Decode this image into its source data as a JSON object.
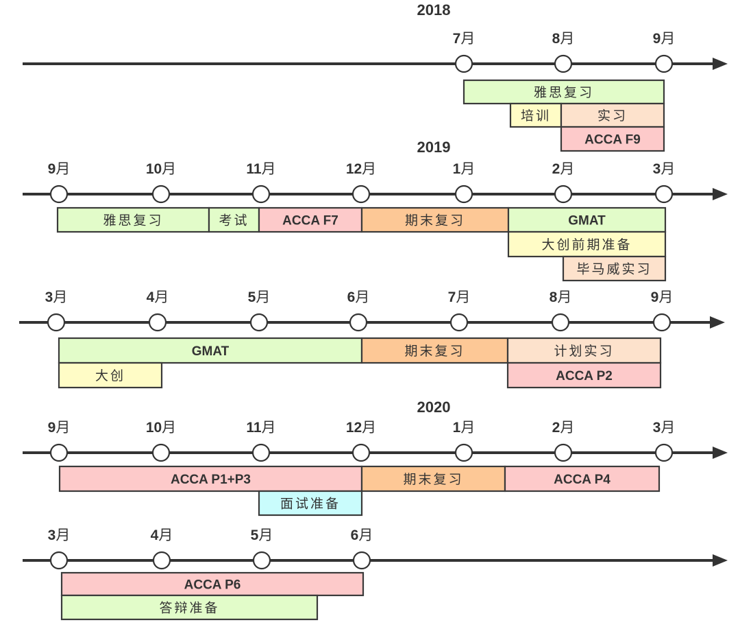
{
  "title": "学习与考试时间规划图",
  "colors": {
    "axis": "#333333",
    "green": "#e2fcc9",
    "yellow": "#fffcc6",
    "peach": "#fde2cc",
    "pink": "#fdcaca",
    "orange": "#fdc896",
    "cyan": "#c9fcfc",
    "border": "#3a3a3a"
  },
  "timelines": [
    {
      "id": "row-2018",
      "year_label": "2018",
      "months": [
        "7月",
        "8月",
        "9月"
      ],
      "bars": [
        {
          "label": "雅思复习",
          "start": "7月",
          "end": "9月",
          "lane": 0,
          "color": "green",
          "bold": false
        },
        {
          "label": "培训",
          "start": "7月中",
          "end": "8月",
          "lane": 1,
          "color": "yellow",
          "bold": false
        },
        {
          "label": "实习",
          "start": "8月",
          "end": "9月",
          "lane": 1,
          "color": "peach",
          "bold": false
        },
        {
          "label": "ACCA F9",
          "start": "8月",
          "end": "9月",
          "lane": 2,
          "color": "pink",
          "bold": true
        }
      ]
    },
    {
      "id": "row-2018-2019",
      "year_label": "2019",
      "months": [
        "9月",
        "10月",
        "11月",
        "12月",
        "1月",
        "2月",
        "3月"
      ],
      "bars": [
        {
          "label": "雅思复习",
          "start": "9月",
          "end": "10月下",
          "lane": 0,
          "color": "green",
          "bold": false
        },
        {
          "label": "考试",
          "start": "10月下",
          "end": "11月",
          "lane": 0,
          "color": "green",
          "bold": false
        },
        {
          "label": "ACCA F7",
          "start": "11月",
          "end": "12月",
          "lane": 0,
          "color": "pink",
          "bold": true
        },
        {
          "label": "期末复习",
          "start": "12月",
          "end": "1月中",
          "lane": 0,
          "color": "orange",
          "bold": false
        },
        {
          "label": "GMAT",
          "start": "1月中",
          "end": "3月",
          "lane": 0,
          "color": "green",
          "bold": true
        },
        {
          "label": "大创前期准备",
          "start": "1月中",
          "end": "3月",
          "lane": 1,
          "color": "yellow",
          "bold": false
        },
        {
          "label": "毕马威实习",
          "start": "2月",
          "end": "3月",
          "lane": 2,
          "color": "peach",
          "bold": false
        }
      ]
    },
    {
      "id": "row-2019",
      "year_label": "",
      "months": [
        "3月",
        "4月",
        "5月",
        "6月",
        "7月",
        "8月",
        "9月"
      ],
      "bars": [
        {
          "label": "GMAT",
          "start": "3月",
          "end": "6月",
          "lane": 0,
          "color": "green",
          "bold": true
        },
        {
          "label": "期末复习",
          "start": "6月",
          "end": "7月中",
          "lane": 0,
          "color": "orange",
          "bold": false
        },
        {
          "label": "计划实习",
          "start": "7月中",
          "end": "9月",
          "lane": 0,
          "color": "peach",
          "bold": false
        },
        {
          "label": "大创",
          "start": "3月",
          "end": "4月",
          "lane": 1,
          "color": "yellow",
          "bold": false
        },
        {
          "label": "ACCA P2",
          "start": "7月中",
          "end": "9月",
          "lane": 1,
          "color": "pink",
          "bold": true
        }
      ]
    },
    {
      "id": "row-2019-2020",
      "year_label": "2020",
      "months": [
        "9月",
        "10月",
        "11月",
        "12月",
        "1月",
        "2月",
        "3月"
      ],
      "bars": [
        {
          "label": "ACCA P1+P3",
          "start": "9月",
          "end": "12月",
          "lane": 0,
          "color": "pink",
          "bold": true
        },
        {
          "label": "期末复习",
          "start": "12月",
          "end": "1月中",
          "lane": 0,
          "color": "orange",
          "bold": false
        },
        {
          "label": "ACCA P4",
          "start": "1月中",
          "end": "3月",
          "lane": 0,
          "color": "pink",
          "bold": true
        },
        {
          "label": "面试准备",
          "start": "11月",
          "end": "12月",
          "lane": 1,
          "color": "cyan",
          "bold": false
        }
      ]
    },
    {
      "id": "row-2020",
      "year_label": "",
      "months": [
        "3月",
        "4月",
        "5月",
        "6月"
      ],
      "bars": [
        {
          "label": "ACCA P6",
          "start": "3月",
          "end": "6月",
          "lane": 0,
          "color": "pink",
          "bold": true
        },
        {
          "label": "答辩准备",
          "start": "3月",
          "end": "5月中",
          "lane": 1,
          "color": "green",
          "bold": false
        }
      ]
    }
  ]
}
